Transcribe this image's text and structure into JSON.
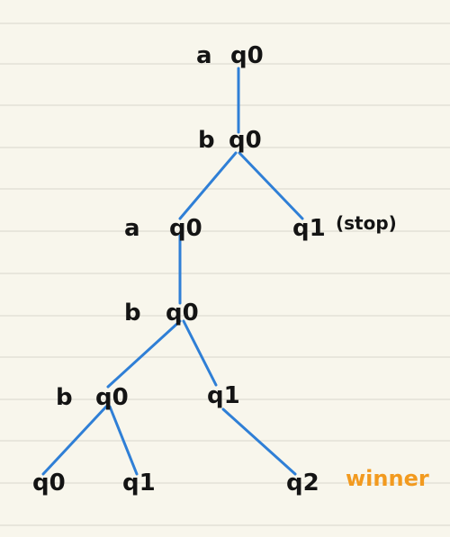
{
  "tree": {
    "nodes": [
      {
        "id": "n1",
        "symbol": "a",
        "state": "q0"
      },
      {
        "id": "n2",
        "symbol": "b",
        "state": "q0"
      },
      {
        "id": "n3",
        "symbol": "a",
        "state": "q0"
      },
      {
        "id": "n4",
        "symbol": "",
        "state": "q1",
        "note": "(stop)"
      },
      {
        "id": "n5",
        "symbol": "b",
        "state": "q0"
      },
      {
        "id": "n6",
        "symbol": "b",
        "state": "q0"
      },
      {
        "id": "n7",
        "symbol": "",
        "state": "q1"
      },
      {
        "id": "n8",
        "symbol": "",
        "state": "q0"
      },
      {
        "id": "n9",
        "symbol": "",
        "state": "q1"
      },
      {
        "id": "n10",
        "symbol": "",
        "state": "q2",
        "note": "winner"
      }
    ],
    "edges": [
      [
        "n1",
        "n2"
      ],
      [
        "n2",
        "n3"
      ],
      [
        "n2",
        "n4"
      ],
      [
        "n3",
        "n5"
      ],
      [
        "n5",
        "n6"
      ],
      [
        "n5",
        "n7"
      ],
      [
        "n6",
        "n8"
      ],
      [
        "n6",
        "n9"
      ],
      [
        "n7",
        "n10"
      ]
    ]
  },
  "colors": {
    "paper": "#f8f6ec",
    "ruled_line": "#d9d6cb",
    "edge": "#2f7fd6",
    "ink": "#141414",
    "highlight": "#f29a1f"
  }
}
